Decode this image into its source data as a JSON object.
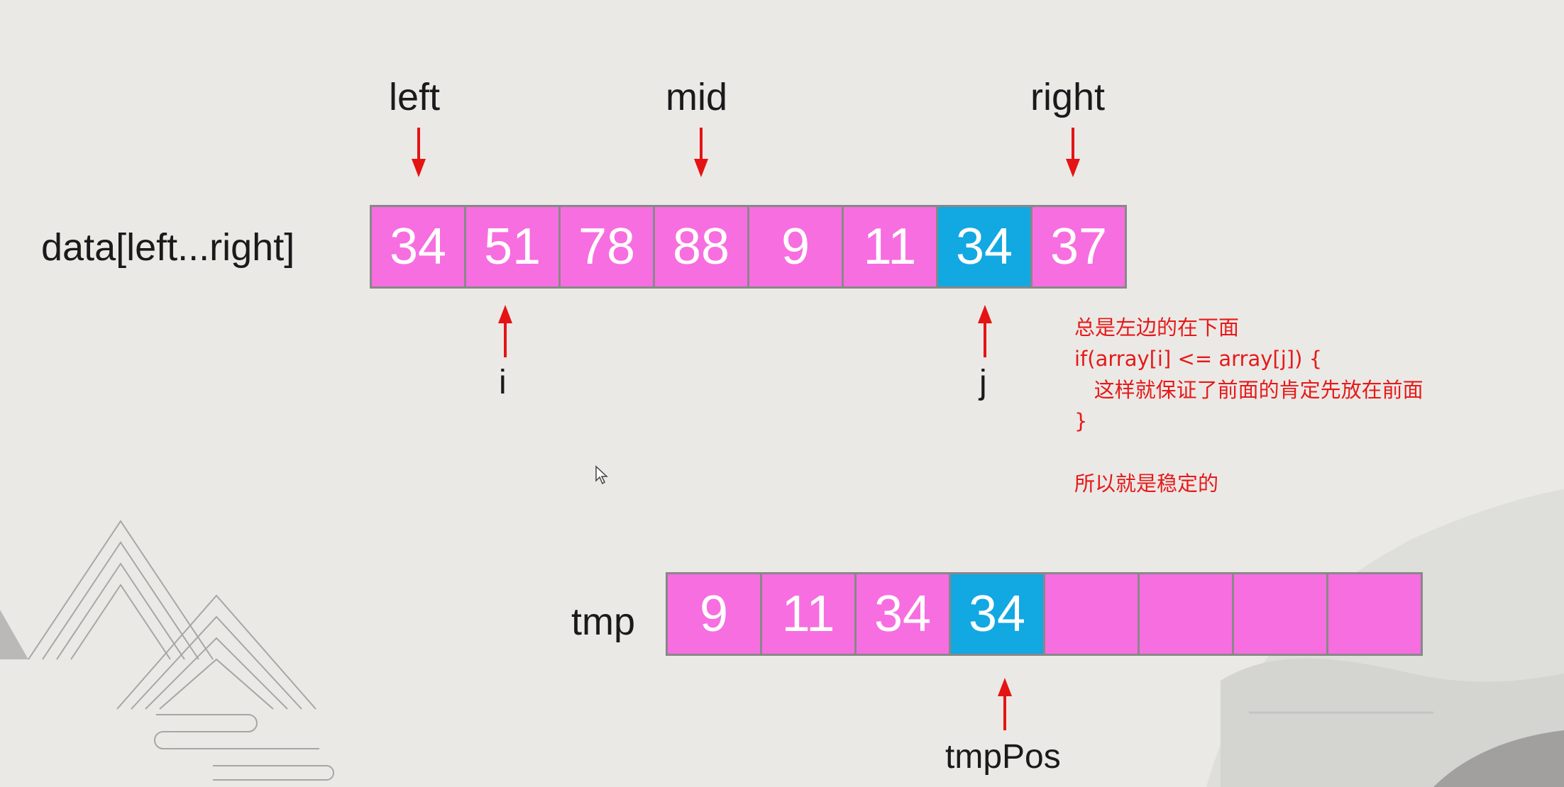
{
  "pointers_top": {
    "left": "left",
    "mid": "mid",
    "right": "right"
  },
  "data_row": {
    "label": "data[left...right]",
    "cells": [
      "34",
      "51",
      "78",
      "88",
      "9",
      "11",
      "34",
      "37"
    ],
    "highlight_index": 6
  },
  "pointers_bottom": {
    "i": "i",
    "j": "j"
  },
  "tmp_row": {
    "label": "tmp",
    "cells": [
      "9",
      "11",
      "34",
      "34",
      "",
      "",
      "",
      ""
    ],
    "highlight_index": 3
  },
  "tmp_pointer": "tmpPos",
  "note": {
    "line1": "总是左边的在下面",
    "line2": "if(array[i] <= array[j]) {",
    "line3": "   这样就保证了前面的肯定先放在前面",
    "line4": "}",
    "line5": "所以就是稳定的"
  },
  "colors": {
    "cell": "#f76ee0",
    "highlight": "#12a8e2",
    "arrow": "#e41414",
    "note": "#e51a1a"
  },
  "icons": [
    "mouse-cursor-icon",
    "mountain-decoration"
  ]
}
